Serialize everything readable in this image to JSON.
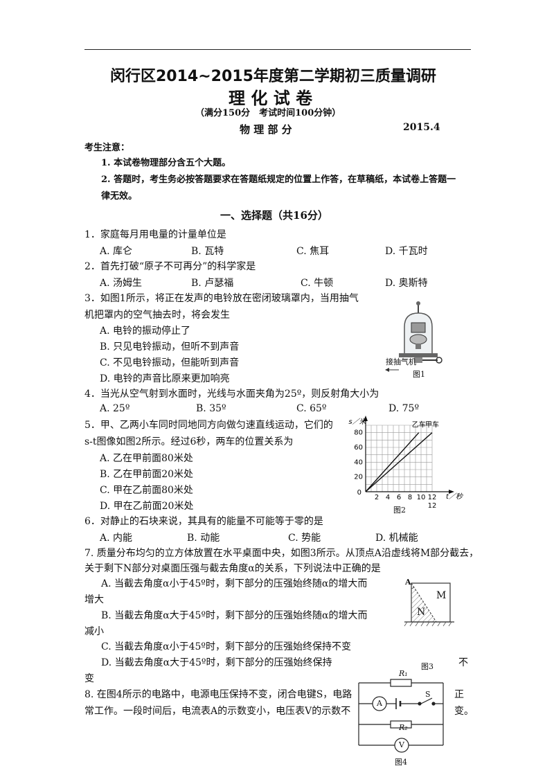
{
  "header": {
    "title_line1": "闵行区2014~2015年度第二学期初三质量调研",
    "title_line2": "理 化 试 卷",
    "subtitle": "（满分150分　考试时间100分钟）",
    "section": "物 理 部 分",
    "date": "2015.4"
  },
  "notes": {
    "heading": "考生注意：",
    "n1": "1. 本试卷物理部分含五个大题。",
    "n2a": "2. 答题时，考生务必按答题要求在答题纸规定的位置上作答，在草稿纸，本试卷上答题一",
    "n2b": "律无效。"
  },
  "part1": {
    "heading": "一、选择题（共16分）"
  },
  "q1": {
    "stem": "1．家庭每月用电量的计量单位是",
    "a": "A. 库仑",
    "b": "B. 瓦特",
    "c": "C. 焦耳",
    "d": "D. 千瓦时"
  },
  "q2": {
    "stem": "2．首先打破“原子不可再分”的科学家是",
    "a": "A. 汤姆生",
    "b": "B. 卢瑟福",
    "c": "C. 牛顿",
    "d": "D. 奥斯特"
  },
  "q3": {
    "line1": "3．如图1所示，将正在发声的电铃放在密闭玻璃罩内，当用抽气",
    "line2": "机把罩内的空气抽去时，将会发生",
    "a": "A. 电铃的振动停止了",
    "b": "B. 只见电铃振动，但听不到声音",
    "c": "C. 不见电铃振动，但能听到声音",
    "d": "D. 电铃的声音比原来更加响亮",
    "fig_label": "接抽气机",
    "fig_caption": "图1"
  },
  "q4": {
    "stem": "4．当光从空气射到水面时，光线与水面夹角为25º，则反射角大小为",
    "a": "A. 25º",
    "b": "B. 35º",
    "c": "C. 65º",
    "d": "D. 75º"
  },
  "q5": {
    "line1": "5．甲、乙两小车同时同地同方向做匀速直线运动，它们的",
    "line2": "s-t图像如图2所示。经过6秒，两车的位置关系为",
    "a": "A. 乙在甲前面80米处",
    "b": "B. 乙在甲前面20米处",
    "c": "C. 甲在乙前面80米处",
    "d": "D. 甲在乙前面20米处",
    "fig_caption": "图2"
  },
  "chart_data": {
    "type": "line",
    "ylabel": "s／米",
    "xlabel": "t／秒",
    "xticks": [
      "2",
      "4",
      "6",
      "8",
      "10",
      "12"
    ],
    "yticks": [
      "20",
      "40",
      "60",
      "80"
    ],
    "origin": "0",
    "extra_tick": "12",
    "xlim": [
      0,
      12
    ],
    "ylim": [
      0,
      90
    ],
    "grid": true,
    "series": [
      {
        "name": "乙车",
        "x": [
          0,
          9.6
        ],
        "y": [
          0,
          80
        ]
      },
      {
        "name": "甲车",
        "x": [
          0,
          12
        ],
        "y": [
          0,
          80
        ]
      }
    ]
  },
  "q6": {
    "stem": "6．对静止的石块来说，其具有的能量不可能等于零的是",
    "a": "A. 内能",
    "b": "B. 动能",
    "c": "C. 势能",
    "d": "D. 机械能"
  },
  "q7": {
    "line1": "7. 质量分布均匀的立方体放置在水平桌面中央，如图3所示。从顶点A沿虚线将M部分截去，",
    "line2": "关于剩下N部分对桌面压强与截去角度α的关系，下列说法中正确的是",
    "a1": "A. 当截去角度α小于45º时，剩下部分的压强始终随α的增大而",
    "a2": "增大",
    "b1": "B. 当截去角度α大于45º时，剩下部分的压强始终随α的增大而",
    "b2": "减小",
    "c": "C. 当截去角度α小于45º时，剩下部分的压强始终保持不变",
    "d1": "D. 当截去角度α大于45º时，剩下部分的压强始终保持",
    "d_tail": "不",
    "d2": "变",
    "fig_caption": "图3",
    "fig_a": "A",
    "fig_m": "M",
    "fig_n": "N"
  },
  "q8": {
    "line1": "8. 在图4所示的电路中，电源电压保持不变，闭合电键S，电路",
    "line2": "常工作。一段时间后，电流表A的示数变小，电压表V的示数不",
    "tail1": "正",
    "tail2": "变。",
    "fig_caption": "图4",
    "r1": "R₁",
    "r2": "R₂",
    "s": "S",
    "ammeter": "A",
    "voltmeter": "V"
  }
}
